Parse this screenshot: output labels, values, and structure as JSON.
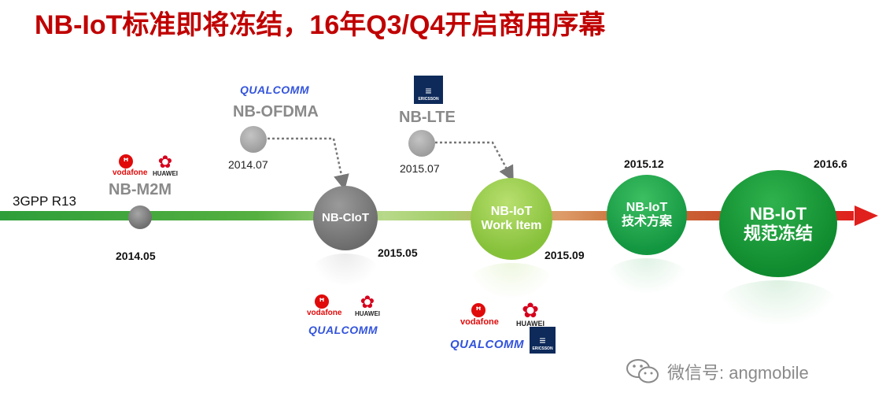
{
  "title": "NB-IoT标准即将冻结，16年Q3/Q4开启商用序幕",
  "timeline": {
    "start_label": "3GPP R13",
    "colors": {
      "start": "#2e9e3a",
      "end": "#e0201c"
    }
  },
  "proposals": [
    {
      "name": "NB-M2M",
      "date": "2014.05",
      "logos": [
        "vodafone",
        "huawei"
      ]
    },
    {
      "name": "NB-OFDMA",
      "date": "2014.07",
      "logos": [
        "qualcomm"
      ]
    },
    {
      "name": "NB-LTE",
      "date": "2015.07",
      "logos": [
        "ericsson"
      ]
    }
  ],
  "milestones": [
    {
      "label": "NB-CIoT",
      "date": "2015.05",
      "color": "#7a7a7a",
      "logos": [
        "vodafone",
        "huawei",
        "qualcomm"
      ]
    },
    {
      "label_line1": "NB-IoT",
      "label_line2": "Work Item",
      "date": "2015.09",
      "color": "#8cc63f",
      "logos": [
        "vodafone",
        "huawei",
        "qualcomm",
        "ericsson"
      ]
    },
    {
      "label_line1": "NB-IoT",
      "label_line2": "技术方案",
      "date": "2015.12",
      "color": "#1aa34a"
    },
    {
      "label_line1": "NB-IoT",
      "label_line2": "规范冻结",
      "date": "2016.6",
      "color": "#159a3c"
    }
  ],
  "logos": {
    "vodafone": "vodafone",
    "huawei": "HUAWEI",
    "qualcomm": "QUALCOMM",
    "ericsson": "ERICSSON"
  },
  "watermark": "微信号: angmobile"
}
